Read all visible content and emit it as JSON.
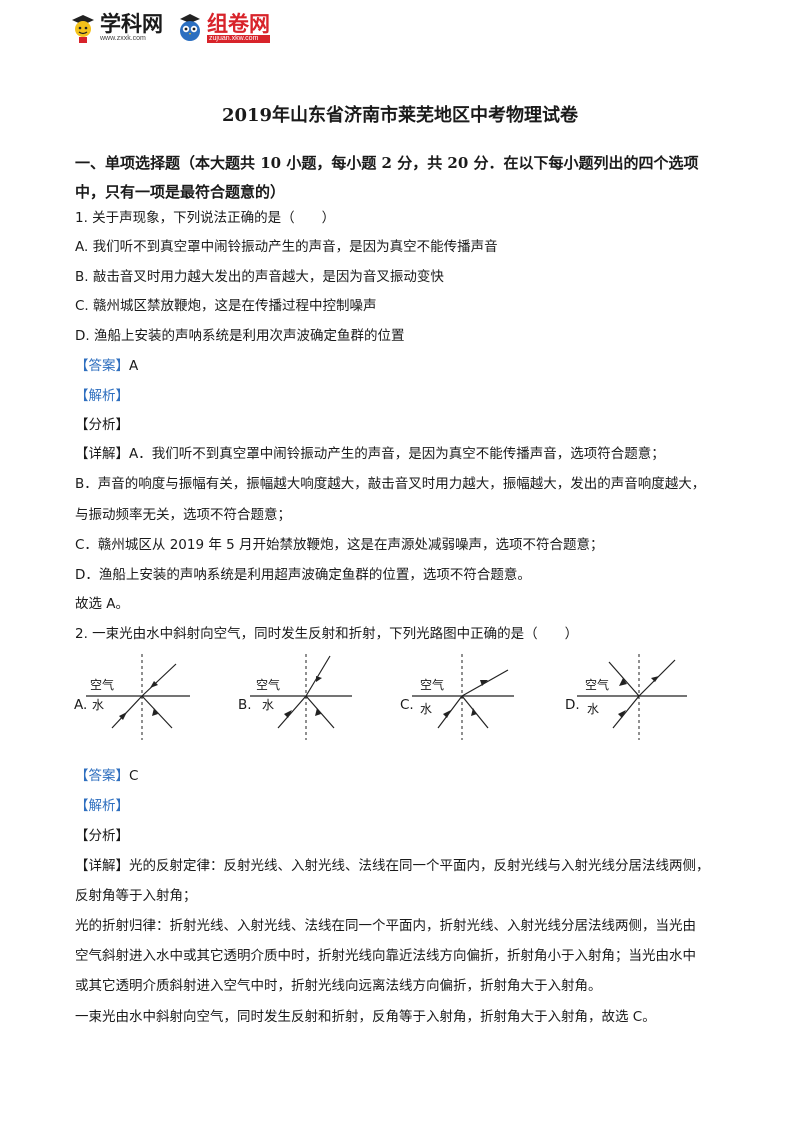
{
  "header": {
    "logo1_name": "学科网",
    "logo1_url": "www.zxxk.com",
    "logo2_name": "组卷网",
    "logo2_url": "zujuan.xkw.com"
  },
  "title": "2019年山东省济南市莱芜地区中考物理试卷",
  "section": {
    "line1": "一、单项选择题（本大题共 10 小题，每小题 2 分，共 20 分．在以下每小题列出的四个选项",
    "line2": "中，只有一项是最符合题意的）"
  },
  "q1": {
    "stem": "1. 关于声现象，下列说法正确的是（　　）",
    "options": [
      "A. 我们听不到真空罩中闹铃振动产生的声音，是因为真空不能传播声音",
      "B. 敲击音叉时用力越大发出的声音越大，是因为音叉振动变快",
      "C. 赣州城区禁放鞭炮，这是在传播过程中控制噪声",
      "D. 渔船上安装的声呐系统是利用次声波确定鱼群的位置"
    ],
    "answer_tag": "【答案】",
    "answer": "A",
    "analysis_tag": "【解析】",
    "fenxi": "【分析】",
    "detail_tag": "【详解】",
    "detail": [
      "A．我们听不到真空罩中闹铃振动产生的声音，是因为真空不能传播声音，选项符合题意；",
      "B．声音的响度与振幅有关，振幅越大响度越大，敲击音叉时用力越大，振幅越大，发出的声音响度越大，",
      "与振动频率无关，选项不符合题意；",
      "C．赣州城区从 2019 年 5 月开始禁放鞭炮，这是在声源处减弱噪声，选项不符合题意；",
      "D．渔船上安装的声呐系统是利用超声波确定鱼群的位置，选项不符合题意。",
      "故选 A。"
    ]
  },
  "q2": {
    "stem": "2. 一束光由水中斜射向空气，同时发生反射和折射，下列光路图中正确的是（　　）",
    "figures": [
      {
        "letter": "A.",
        "top_label": "空气",
        "bottom_label": "水"
      },
      {
        "letter": "B.",
        "top_label": "空气",
        "bottom_label": "水"
      },
      {
        "letter": "C.",
        "top_label": "空气",
        "bottom_label": "水"
      },
      {
        "letter": "D.",
        "top_label": "空气",
        "bottom_label": "水"
      }
    ],
    "answer_tag": "【答案】",
    "answer": "C",
    "analysis_tag": "【解析】",
    "fenxi": "【分析】",
    "detail_tag": "【详解】",
    "detail": [
      "光的反射定律：反射光线、入射光线、法线在同一个平面内，反射光线与入射光线分居法线两侧，",
      "反射角等于入射角；",
      "光的折射归律：折射光线、入射光线、法线在同一个平面内，折射光线、入射光线分居法线两侧，当光由",
      "空气斜射进入水中或其它透明介质中时，折射光线向靠近法线方向偏折，折射角小于入射角；当光由水中",
      "或其它透明介质斜射进入空气中时，折射光线向远离法线方向偏折，折射角大于入射角。",
      "一束光由水中斜射向空气，同时发生反射和折射，反角等于入射角，折射角大于入射角，故选 C。"
    ]
  }
}
